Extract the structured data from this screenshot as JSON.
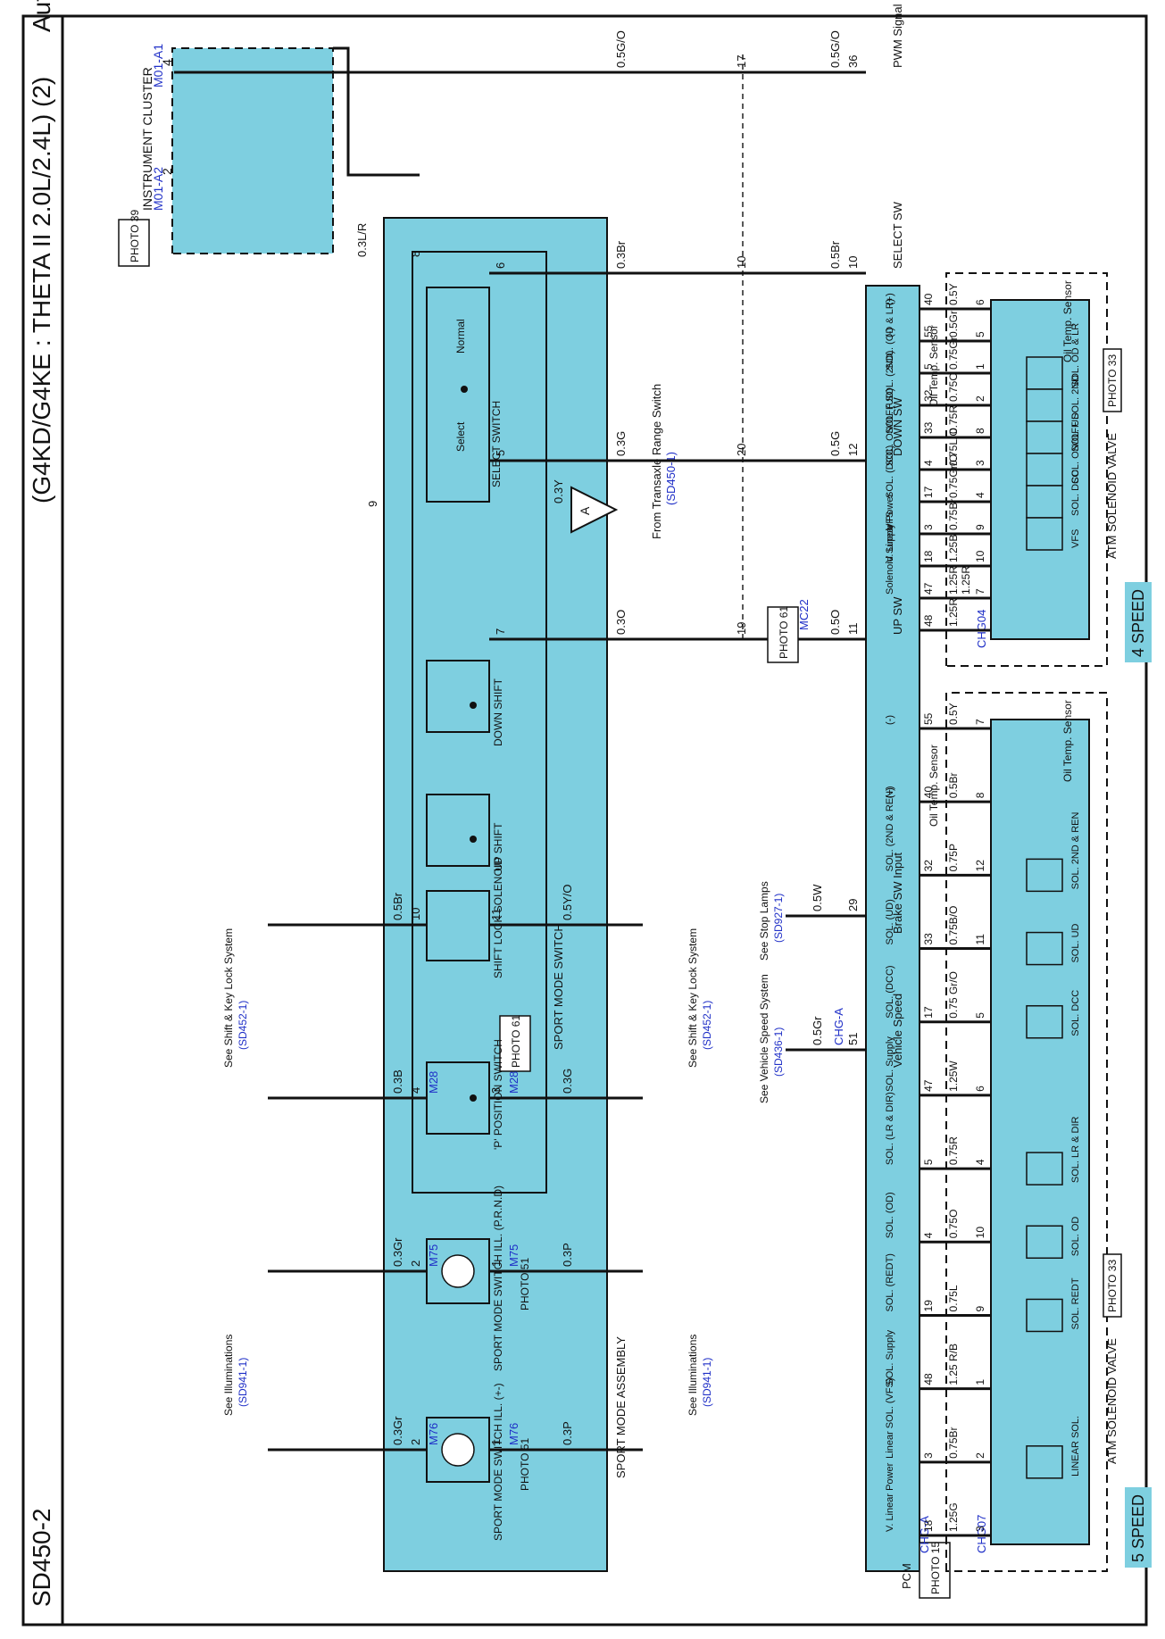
{
  "title": {
    "main": "Automatic T ransaxle Control System",
    "variant": "(G4KD/G4KE : THETA II 2.0L/2.4L) (2)",
    "code": "SD450-2"
  },
  "cluster": {
    "name": "INSTRUMENT CLUSTER",
    "photo": "PHOTO 39",
    "conn1": "M01-A1",
    "conn2": "M01-A2",
    "pin1": "4",
    "pin2": "2"
  },
  "sport_mode_assembly": {
    "name": "SPORT MODE ASSEMBLY",
    "switch_name": "SPORT MODE SWITCH",
    "switch_photo": "PHOTO 61"
  },
  "pcm": {
    "name": "PCM",
    "photo": "PHOTO 15"
  },
  "triangle": {
    "label": "A",
    "ref_text": "From Transaxle Range Switch",
    "ref_link": "(SD450-1)",
    "wire": "0.3Y",
    "pin": "9"
  },
  "top_wires": [
    {
      "pcm_pin": "36",
      "pcm_label": "PWM Signal",
      "w_left": "0.5G/O",
      "mc": "17",
      "w_right": "0.5G/O"
    },
    {
      "pcm_pin": "10",
      "pcm_label": "SELECT SW",
      "w_left": "0.5Br",
      "mc": "10",
      "w_right": "0.3Br",
      "sw_pin": "6"
    },
    {
      "pcm_pin": "12",
      "pcm_label": "DOWN SW",
      "w_left": "0.5G",
      "mc": "20",
      "w_right": "0.3G",
      "sw_pin": "5"
    },
    {
      "pcm_pin": "11",
      "pcm_label": "UP SW",
      "w_left": "0.5O",
      "mc": "19",
      "w_right": "0.3O",
      "sw_pin": "7"
    }
  ],
  "cluster_wire": {
    "label": "0.3L/R",
    "sw_pin": "8"
  },
  "mc22": {
    "conn": "MC22",
    "photo": "PHOTO 61"
  },
  "switches": [
    {
      "name": "SELECT SWITCH",
      "normal": "Normal",
      "select": "Select"
    },
    {
      "name": "DOWN SHIFT"
    },
    {
      "name": "UP SHIFT"
    },
    {
      "name": "SHIFT LOCK SOLENOID"
    },
    {
      "name": "'P' POSITION SWITCH"
    }
  ],
  "shift_lock": {
    "left_wire": "0.5Br",
    "left_pin": "10",
    "right_wire": "0.5Y/O",
    "right_pin": "11",
    "p_left_wire": "0.3B",
    "p_left_pin": "4",
    "p_left_conn": "M28",
    "p_right_wire": "0.3G",
    "p_right_pin": "3",
    "p_right_conn": "M28",
    "ref_left_text": "See Shift & Key Lock System",
    "ref_left_link": "(SD452-1)",
    "ref_right_text": "See Shift & Key Lock System",
    "ref_right_link": "(SD452-1)"
  },
  "illum": [
    {
      "name": "SPORT MODE SWITCH ILL. (P.R.N.D)",
      "photo": "PHOTO 51",
      "left_wire": "0.3Gr",
      "left_pin": "2",
      "left_conn": "M75",
      "right_wire": "0.3P",
      "right_pin": "1",
      "right_conn": "M75"
    },
    {
      "name": "SPORT MODE SWITCH ILL. (+-)",
      "photo": "PHOTO 51",
      "left_wire": "0.3Gr",
      "left_pin": "2",
      "left_conn": "M76",
      "right_wire": "0.3P",
      "right_pin": "1",
      "right_conn": "M76"
    }
  ],
  "illum_refs": {
    "left_text": "See Illuminations",
    "left_link": "(SD941-1)",
    "right_text": "See Illuminations",
    "right_link": "(SD941-1)"
  },
  "brake": {
    "pcm_pin": "29",
    "pcm_label": "Brake SW Input",
    "wire": "0.5W",
    "ref_text": "See Stop Lamps",
    "ref_link": "(SD927-1)"
  },
  "vehicle_speed": {
    "pcm_pin": "51",
    "pcm_label": "Vehicle Speed",
    "wire": "0.5Gr",
    "conn": "CHG-A",
    "ref_text": "See Vehicle Speed System",
    "ref_link": "(SD436-1)"
  },
  "four_speed": {
    "tag": "4 SPEED",
    "valve": "ATM SOLENOID VALVE",
    "photo": "PHOTO 33",
    "conn": "CHG04",
    "sensor": "Oil Temp. Sensor",
    "sensor_group": "Oil Temp. Sensor",
    "rows": [
      {
        "pcm_pin": "40",
        "pcm_label": "(+)",
        "wire": "0.5Y",
        "valve_pin": "6"
      },
      {
        "pcm_pin": "55",
        "pcm_label": "(-)",
        "wire": "0.5Gr",
        "valve_pin": "5"
      },
      {
        "pcm_pin": "5",
        "pcm_label": "SOL. (OD & LR)",
        "wire": "0.75Gr",
        "valve_pin": "1",
        "coil": "SOL. OD & LR"
      },
      {
        "pcm_pin": "32",
        "pcm_label": "SOL. (2ND)",
        "wire": "0.75O",
        "valve_pin": "2",
        "coil": "SOL. 2ND"
      },
      {
        "pcm_pin": "33",
        "pcm_label": "SOL. (UD)",
        "wire": "0.75R",
        "valve_pin": "8",
        "coil": "SOL. UD"
      },
      {
        "pcm_pin": "4",
        "pcm_label": "SOL. ON/OFF",
        "wire": "0.75L/O",
        "valve_pin": "3",
        "coil": "SOL. ON/OFF"
      },
      {
        "pcm_pin": "17",
        "pcm_label": "SOL. (DCC)",
        "wire": "0.75Gr/O",
        "valve_pin": "4",
        "coil": "SOL. DCC"
      },
      {
        "pcm_pin": "3",
        "pcm_label": "VFS",
        "wire": "0.75Br",
        "valve_pin": "9",
        "coil": "VFS"
      },
      {
        "pcm_pin": "18",
        "pcm_label": "V. Linear Power",
        "wire": "1.25B",
        "valve_pin": "10"
      },
      {
        "pcm_pin": "47",
        "pcm_label": "Solenoid Supply",
        "wire": "1.25R",
        "valve_pin": "7",
        "wire2": "1.25R"
      },
      {
        "pcm_pin": "48",
        "wire": "1.25R"
      }
    ]
  },
  "five_speed": {
    "tag": "5 SPEED",
    "valve": "ATM SOLENOID VALVE",
    "photo": "PHOTO 33",
    "conn": "CHG07",
    "pcm_conn": "CHG-A",
    "sensor": "Oil Temp. Sensor",
    "sensor_group": "Oil Temp. Sensor",
    "rows": [
      {
        "pcm_pin": "55",
        "pcm_label": "(-)",
        "wire": "0.5Y",
        "valve_pin": "7"
      },
      {
        "pcm_pin": "40",
        "pcm_label": "(+)",
        "wire": "0.5Br",
        "valve_pin": "8"
      },
      {
        "pcm_pin": "32",
        "pcm_label": "SOL. (2ND & REN)",
        "wire": "0.75P",
        "valve_pin": "12",
        "coil": "SOL. 2ND & REN"
      },
      {
        "pcm_pin": "33",
        "pcm_label": "SOL. (UD)",
        "wire": "0.75B/O",
        "valve_pin": "11",
        "coil": "SOL. UD"
      },
      {
        "pcm_pin": "17",
        "pcm_label": "SOL. (DCC)",
        "wire": "0.75 Gr/O",
        "valve_pin": "5",
        "coil": "SOL. DCC"
      },
      {
        "pcm_pin": "47",
        "pcm_label": "SOL. Supply",
        "wire": "1.25W",
        "valve_pin": "6"
      },
      {
        "pcm_pin": "5",
        "pcm_label": "SOL. (LR & DIR)",
        "wire": "0.75R",
        "valve_pin": "4",
        "coil": "SOL. LR & DIR"
      },
      {
        "pcm_pin": "4",
        "pcm_label": "SOL. (OD)",
        "wire": "0.75O",
        "valve_pin": "10",
        "coil": "SOL. OD"
      },
      {
        "pcm_pin": "19",
        "pcm_label": "SOL. (REDT)",
        "wire": "0.75L",
        "valve_pin": "9",
        "coil": "SOL. REDT"
      },
      {
        "pcm_pin": "48",
        "pcm_label": "SOL. Supply",
        "wire": "1.25 R/B",
        "valve_pin": "1"
      },
      {
        "pcm_pin": "3",
        "pcm_label": "Linear SOL. (VFS)",
        "wire": "0.75Br",
        "valve_pin": "2",
        "coil": "LINEAR SOL."
      },
      {
        "pcm_pin": "18",
        "pcm_label": "V. Linear Power",
        "wire": "1.25G",
        "valve_pin": "3"
      }
    ]
  },
  "colors": {
    "component_fill": "#7ecfe0",
    "link_blue": "#1f2fc7",
    "line": "#111111"
  }
}
